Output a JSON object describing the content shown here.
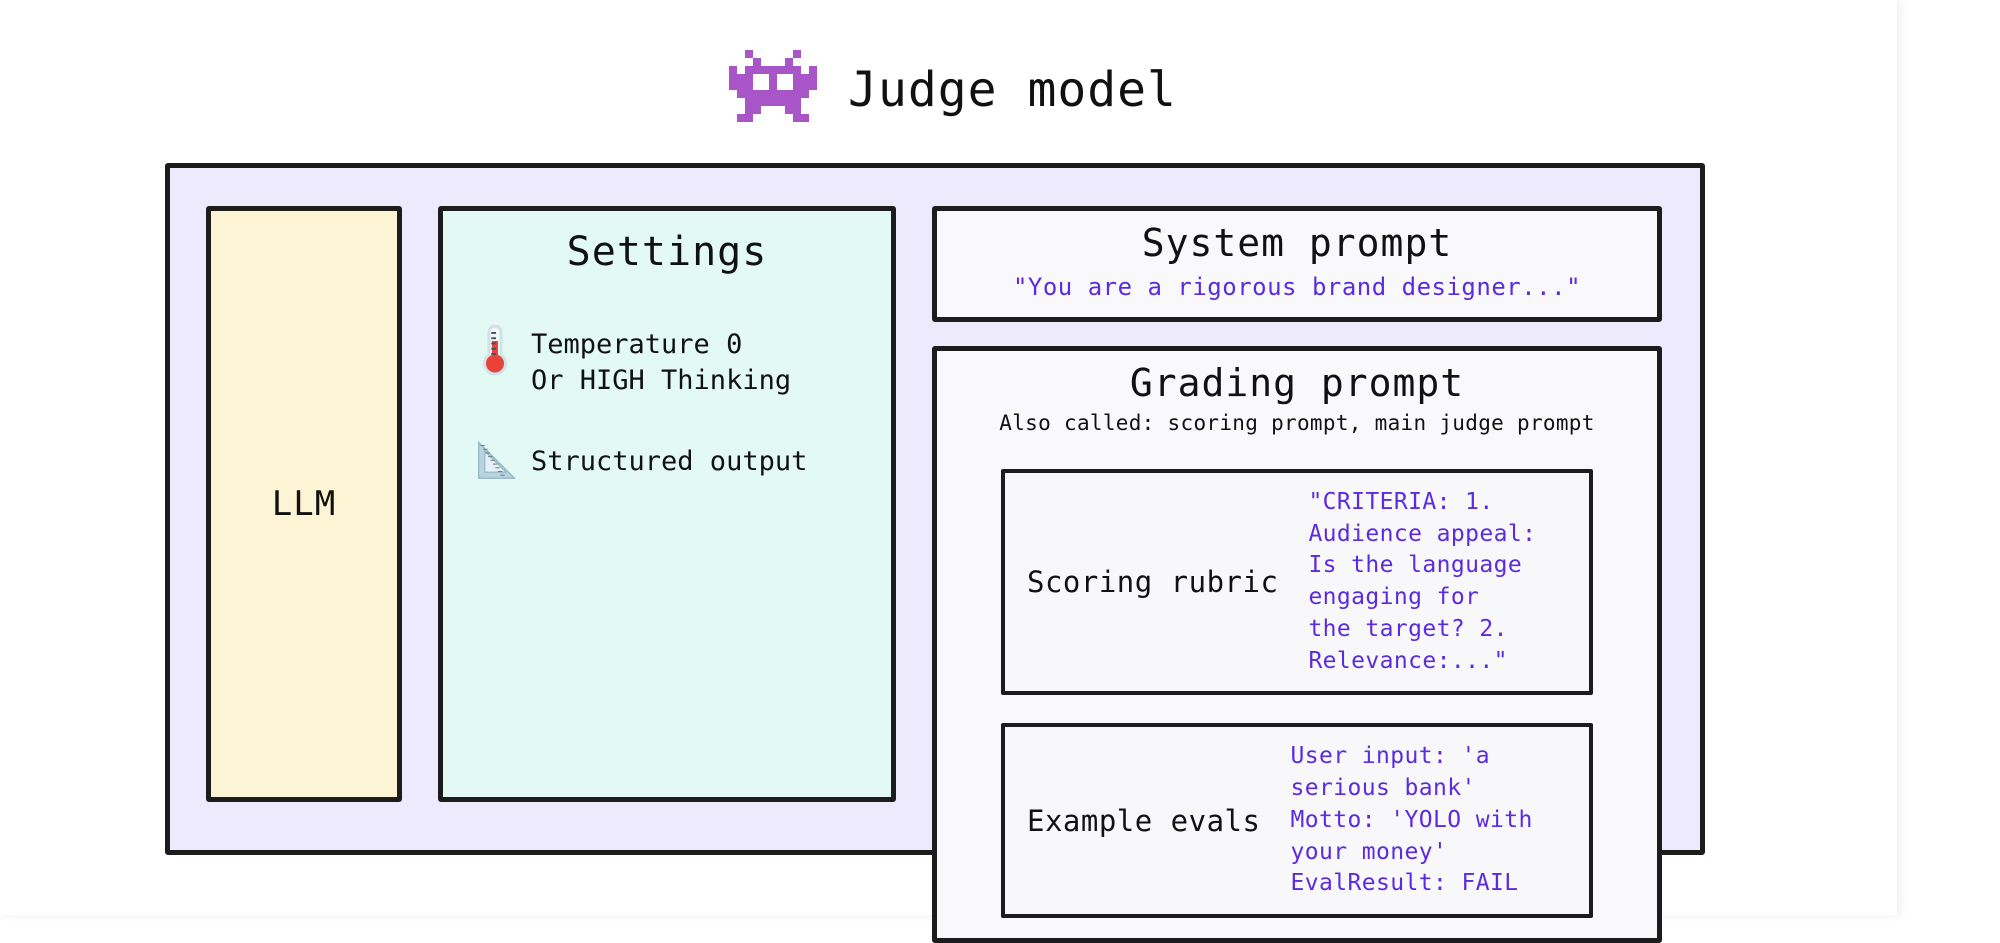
{
  "header": {
    "icon": "alien-monster-icon",
    "title": "Judge model"
  },
  "diagram": {
    "llm": {
      "label": "LLM"
    },
    "settings": {
      "title": "Settings",
      "items": [
        {
          "icon": "thermometer-icon",
          "text": "Temperature 0\nOr HIGH Thinking"
        },
        {
          "icon": "triangular-ruler-icon",
          "text": "Structured output"
        }
      ]
    },
    "system_prompt": {
      "title": "System prompt",
      "quote": "\"You are a rigorous brand designer...\""
    },
    "grading_prompt": {
      "title": "Grading prompt",
      "subtitle": "Also called: scoring prompt, main judge prompt",
      "sections": [
        {
          "label": "Scoring rubric",
          "value": "\"CRITERIA: 1. Audience appeal:\nIs the language engaging for\nthe target? 2. Relevance:...\""
        },
        {
          "label": "Example evals",
          "value": "User input: 'a serious bank'\nMotto: 'YOLO with your money'\nEvalResult: FAIL"
        }
      ]
    }
  },
  "colors": {
    "page_background": "#FFFFFF",
    "container_background": "#EEEAFD",
    "llm_background": "#FDF4D5",
    "settings_background": "#E2FAF3",
    "panel_background": "#F9F9FB",
    "stroke": "#1C1C1C",
    "quote_text": "#5B2BE0",
    "alien_purple": "#A855C8"
  }
}
